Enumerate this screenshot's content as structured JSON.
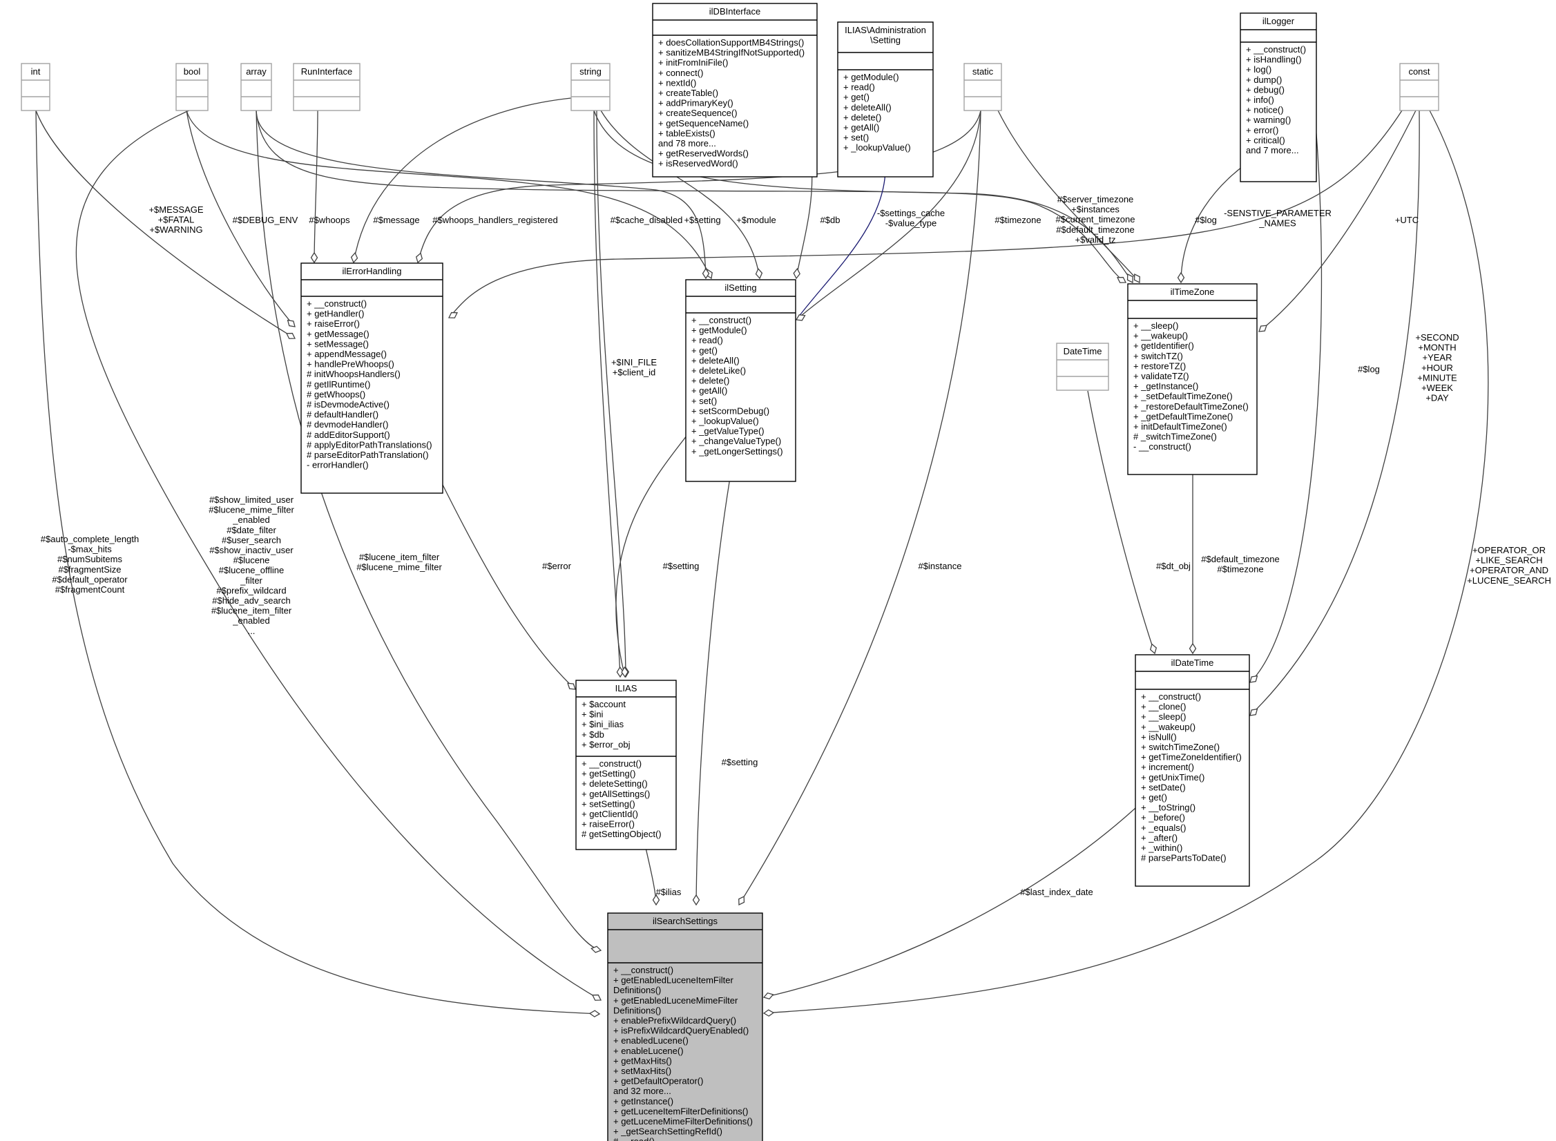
{
  "diagram": {
    "classes": {
      "int": {
        "title": "int",
        "members": [],
        "methods": []
      },
      "bool": {
        "title": "bool",
        "members": [],
        "methods": []
      },
      "array": {
        "title": "array",
        "members": [],
        "methods": []
      },
      "RunInterface": {
        "title": "RunInterface",
        "members": [],
        "methods": []
      },
      "string": {
        "title": "string",
        "members": [],
        "methods": []
      },
      "ilDBInterface": {
        "title": "ilDBInterface",
        "members": [],
        "methods": [
          "+ doesCollationSupportMB4Strings()",
          "+ sanitizeMB4StringIfNotSupported()",
          "+ initFromIniFile()",
          "+ connect()",
          "+ nextId()",
          "+ createTable()",
          "+ addPrimaryKey()",
          "+ createSequence()",
          "+ getSequenceName()",
          "+ tableExists()",
          "and 78 more...",
          "+ getReservedWords()",
          "+ isReservedWord()"
        ]
      },
      "ilias_setting_iface": {
        "title": [
          "ILIAS\\Administration",
          "\\Setting"
        ],
        "members": [],
        "methods": [
          "+ getModule()",
          "+ read()",
          "+ get()",
          "+ deleteAll()",
          "+ delete()",
          "+ getAll()",
          "+ set()",
          "+ _lookupValue()"
        ]
      },
      "static": {
        "title": "static",
        "members": [],
        "methods": []
      },
      "ilLogger": {
        "title": "ilLogger",
        "members": [],
        "methods": [
          "+ __construct()",
          "+ isHandling()",
          "+ log()",
          "+ dump()",
          "+ debug()",
          "+ info()",
          "+ notice()",
          "+ warning()",
          "+ error()",
          "+ critical()",
          "and 7 more..."
        ]
      },
      "const": {
        "title": "const",
        "members": [],
        "methods": []
      },
      "ilErrorHandling": {
        "title": "ilErrorHandling",
        "members": [],
        "methods": [
          "+ __construct()",
          "+ getHandler()",
          "+ raiseError()",
          "+ getMessage()",
          "+ setMessage()",
          "+ appendMessage()",
          "+ handlePreWhoops()",
          "# initWhoopsHandlers()",
          "# getIlRuntime()",
          "# getWhoops()",
          "# isDevmodeActive()",
          "# defaultHandler()",
          "# devmodeHandler()",
          "# addEditorSupport()",
          "# applyEditorPathTranslations()",
          "# parseEditorPathTranslation()",
          "- errorHandler()"
        ]
      },
      "ilSetting": {
        "title": "ilSetting",
        "members": [],
        "methods": [
          "+ __construct()",
          "+ getModule()",
          "+ read()",
          "+ get()",
          "+ deleteAll()",
          "+ deleteLike()",
          "+ delete()",
          "+ getAll()",
          "+ set()",
          "+ setScormDebug()",
          "+ _lookupValue()",
          "+ _getValueType()",
          "+ _changeValueType()",
          "+ _getLongerSettings()"
        ]
      },
      "ilTimeZone": {
        "title": "ilTimeZone",
        "members": [],
        "methods": [
          "+ __sleep()",
          "+ __wakeup()",
          "+ getIdentifier()",
          "+ switchTZ()",
          "+ restoreTZ()",
          "+ validateTZ()",
          "+ _getInstance()",
          "+ _setDefaultTimeZone()",
          "+ _restoreDefaultTimeZone()",
          "+ _getDefaultTimeZone()",
          "+ initDefaultTimeZone()",
          "# _switchTimeZone()",
          "- __construct()"
        ]
      },
      "DateTime": {
        "title": "DateTime",
        "members": [],
        "methods": []
      },
      "ILIAS": {
        "title": "ILIAS",
        "members": [
          "+ $account",
          "+ $ini",
          "+ $ini_ilias",
          "+ $db",
          "+ $error_obj"
        ],
        "methods": [
          "+ __construct()",
          "+ getSetting()",
          "+ deleteSetting()",
          "+ getAllSettings()",
          "+ setSetting()",
          "+ getClientId()",
          "+ raiseError()",
          "# getSettingObject()"
        ]
      },
      "ilDateTime": {
        "title": "ilDateTime",
        "members": [],
        "methods": [
          "+ __construct()",
          "+ __clone()",
          "+ __sleep()",
          "+ __wakeup()",
          "+ isNull()",
          "+ switchTimeZone()",
          "+ getTimeZoneIdentifier()",
          "+ increment()",
          "+ getUnixTime()",
          "+ setDate()",
          "+ get()",
          "+ __toString()",
          "+ _before()",
          "+ _equals()",
          "+ _after()",
          "+ _within()",
          "# parsePartsToDate()"
        ]
      },
      "ilSearchSettings": {
        "title": "ilSearchSettings",
        "members": [],
        "methods": [
          "+ __construct()",
          "+ getEnabledLuceneItemFilter",
          "Definitions()",
          "+ getEnabledLuceneMimeFilter",
          "Definitions()",
          "+ enablePrefixWildcardQuery()",
          "+ isPrefixWildcardQueryEnabled()",
          "+ enabledLucene()",
          "+ enableLucene()",
          "+ getMaxHits()",
          "+ setMaxHits()",
          "+ getDefaultOperator()",
          "and 32 more...",
          "+ getInstance()",
          "+ getLuceneItemFilterDefinitions()",
          "+ getLuceneMimeFilterDefinitions()",
          "+ _getSearchSettingRefId()",
          "# __read()"
        ]
      }
    },
    "edge_labels": {
      "message_fatal_warning": [
        "+$MESSAGE",
        "+$FATAL",
        "+$WARNING"
      ],
      "debug_env": [
        "#$DEBUG_ENV"
      ],
      "whoops": [
        "#$whoops"
      ],
      "message": [
        "#$message"
      ],
      "whoops_handlers": [
        "#$whoops_handlers_registered"
      ],
      "cache_disabled": [
        "#$cache_disabled"
      ],
      "setting_plus": [
        "+$setting"
      ],
      "module": [
        "+$module"
      ],
      "db": [
        "#$db"
      ],
      "settings_cache": [
        "-$settings_cache",
        "-$value_type"
      ],
      "timezone": [
        "#$timezone"
      ],
      "tz_static": [
        "#$server_timezone",
        "+$instances",
        "#$current_timezone",
        "#$default_timezone",
        "+$valid_tz"
      ],
      "log_tz": [
        "#$log"
      ],
      "sensitive": [
        "-SENSTIVE_PARAMETER",
        "_NAMES"
      ],
      "utc": [
        "+UTC"
      ],
      "ini_client": [
        "+$INI_FILE",
        "+$client_id"
      ],
      "log_dt": [
        "#$log"
      ],
      "time_consts": [
        "+SECOND",
        "+MONTH",
        "+YEAR",
        "+HOUR",
        "+MINUTE",
        "+WEEK",
        "+DAY"
      ],
      "int_attrs": [
        "#$auto_complete_length",
        "-$max_hits",
        "#$numSubitems",
        "#$fragmentSize",
        "#$default_operator",
        "#$fragmentCount"
      ],
      "bool_attrs": [
        "#$show_limited_user",
        "#$lucene_mime_filter",
        "_enabled",
        "#$date_filter",
        "#$user_search",
        "#$show_inactiv_user",
        "#$lucene",
        "#$lucene_offline",
        "_filter",
        "#$prefix_wildcard",
        "#$hide_adv_search",
        "#$lucene_item_filter",
        "_enabled",
        "..."
      ],
      "array_attrs": [
        "#$lucene_item_filter",
        "#$lucene_mime_filter"
      ],
      "error": [
        "#$error"
      ],
      "setting_hash1": [
        "#$setting"
      ],
      "setting_hash2": [
        "#$setting"
      ],
      "instance": [
        "#$instance"
      ],
      "dt_obj": [
        "#$dt_obj"
      ],
      "default_timezone": [
        "#$default_timezone",
        "#$timezone"
      ],
      "ilias": [
        "#$ilias"
      ],
      "last_index_date": [
        "#$last_index_date"
      ],
      "search_consts": [
        "+OPERATOR_OR",
        "+LIKE_SEARCH",
        "+OPERATOR_AND",
        "+LUCENE_SEARCH"
      ]
    }
  }
}
